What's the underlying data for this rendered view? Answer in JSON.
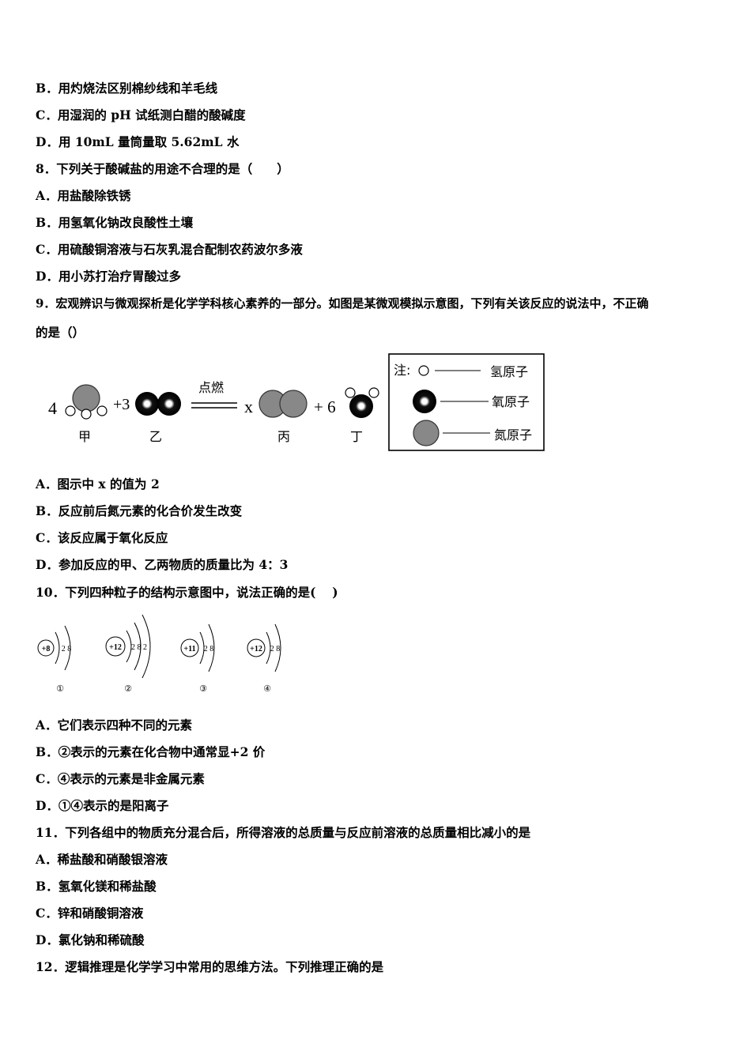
{
  "lines": [
    "B．用灼烧法区别棉纱线和羊毛线",
    "C．用湿润的 pH 试纸测白醋的酸碱度",
    "D．用 10mL 量筒量取 5.62mL 水",
    "8．下列关于酸碱盐的用途不合理的是（　　）",
    "A．用盐酸除铁锈",
    "B．用氢氧化钠改良酸性土壤",
    "C．用硫酸铜溶液与石灰乳混合配制农药波尔多液",
    "D．用小苏打治疗胃酸过多",
    "9．宏观辨识与微观探析是化学学科核心素养的一部分。如图是某微观模拟示意图，下列有关该反应的说法中，不正确",
    "的是（）",
    "A．图示中 x 的值为 2",
    "B．反应前后氮元素的化合价发生改变",
    "C．该反应属于氧化反应",
    "D．参加反应的甲、乙两物质的质量比为 4：3",
    "10．下列四种粒子的结构示意图中，说法正确的是(　 )",
    "A．它们表示四种不同的元素",
    "B．②表示的元素在化合物中通常显+2 价",
    "C．④表示的元素是非金属元素",
    "D．①④表示的是阳离子",
    "11．下列各组中的物质充分混合后，所得溶液的总质量与反应前溶液的总质量相比减小的是",
    "A．稀盐酸和硝酸银溶液",
    "B．氢氧化镁和稀盐酸",
    "C．锌和硝酸铜溶液",
    "D．氯化钠和稀硫酸",
    "12．逻辑推理是化学学习中常用的思维方法。下列推理正确的是"
  ],
  "reaction": {
    "coef_jia": "4",
    "coef_yi": "+3",
    "condition": "点燃",
    "coef_bing": "x",
    "coef_ding": "+ 6",
    "label_jia": "甲",
    "label_yi": "乙",
    "label_bing": "丙",
    "label_ding": "丁",
    "legend_title": "注:",
    "legend_h": "氢原子",
    "legend_o": "氧原子",
    "legend_n": "氮原子"
  },
  "atoms": [
    {
      "nucleus": "+8",
      "shells": "2 8",
      "label": "①"
    },
    {
      "nucleus": "+12",
      "shells": "2 8 2",
      "label": "②"
    },
    {
      "nucleus": "+11",
      "shells": "2 8",
      "label": "③"
    },
    {
      "nucleus": "+12",
      "shells": "2 8",
      "label": "④"
    }
  ]
}
